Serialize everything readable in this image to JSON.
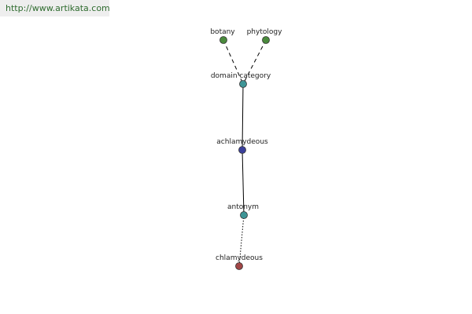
{
  "watermark": {
    "text": "http://www.artikata.com"
  },
  "nodes": [
    {
      "id": "botany",
      "label": "botany",
      "color": "#4a8a3c"
    },
    {
      "id": "phytology",
      "label": "phytology",
      "color": "#4a8a3c"
    },
    {
      "id": "domain-category",
      "label": "domain category",
      "color": "#3e9596"
    },
    {
      "id": "achlamydeous",
      "label": "achlamydeous",
      "color": "#3b3f9a"
    },
    {
      "id": "antonym",
      "label": "antonym",
      "color": "#3e9596"
    },
    {
      "id": "chlamydeous",
      "label": "chlamydeous",
      "color": "#a04646"
    }
  ],
  "edges": [
    {
      "from": "botany",
      "to": "domain-category",
      "style": "dashed"
    },
    {
      "from": "phytology",
      "to": "domain-category",
      "style": "dashed"
    },
    {
      "from": "domain-category",
      "to": "achlamydeous",
      "style": "solid"
    },
    {
      "from": "achlamydeous",
      "to": "antonym",
      "style": "solid"
    },
    {
      "from": "antonym",
      "to": "chlamydeous",
      "style": "dotted"
    }
  ]
}
